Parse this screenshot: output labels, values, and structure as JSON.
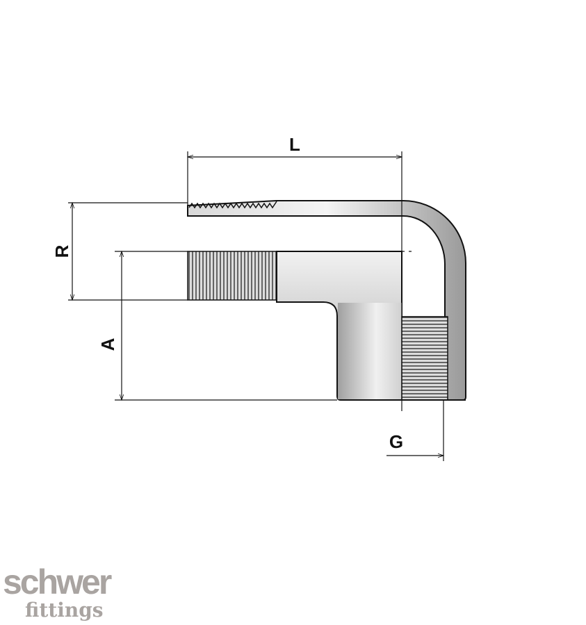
{
  "dimensions": {
    "L": "L",
    "R": "R",
    "A": "A",
    "G": "G"
  },
  "logo": {
    "line1": "schwer",
    "line2": "fittings"
  },
  "colors": {
    "line": "#111111",
    "body_light": "#eeeeee",
    "body_dark": "#9a9a9a",
    "logo": "#a9a4a1"
  }
}
